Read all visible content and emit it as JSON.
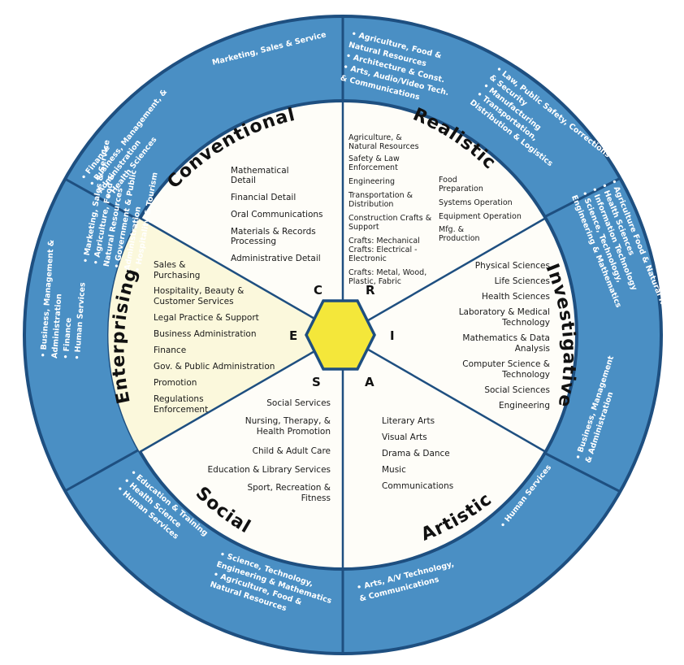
{
  "colors": {
    "ring": "#4a8fc4",
    "ring_border": "#1e4f80",
    "inner": "#fefdf8",
    "enterprising_fill": "#fbf8dc",
    "hexagon": "#f4e73a"
  },
  "riasec": {
    "realistic": {
      "title": "Realistic",
      "letter": "R",
      "skills_left": [
        "Agriculture, &",
        "Natural Resources",
        "Safety & Law",
        "Enforcement",
        "Engineering",
        "Transportation &",
        "Distribution",
        "Construction Crafts &",
        "Support",
        "Crafts: Mechanical",
        "Crafts: Electrical -",
        "Electronic",
        "Crafts: Metal, Wood,",
        "Plastic, Fabric"
      ],
      "skills_right": [
        "Food",
        "Preparation",
        "Systems Operation",
        "Equipment Operation",
        "Mfg. &",
        "Production"
      ]
    },
    "investigative": {
      "title": "Investigative",
      "letter": "I",
      "skills": [
        "Physical Sciences",
        "Life Sciences",
        "Health Sciences",
        "Laboratory & Medical",
        "Technology",
        "Mathematics & Data",
        "Analysis",
        "Computer Science &",
        "Technology",
        "Social Sciences",
        "Engineering"
      ]
    },
    "artistic": {
      "title": "Artistic",
      "letter": "A",
      "skills": [
        "Literary Arts",
        "Visual Arts",
        "Drama & Dance",
        "Music",
        "Communications"
      ]
    },
    "social": {
      "title": "Social",
      "letter": "S",
      "skills": [
        "Social Services",
        "Nursing, Therapy, &",
        "Health Promotion",
        "Child & Adult Care",
        "Education & Library Services",
        "Sport, Recreation &",
        "Fitness"
      ]
    },
    "enterprising": {
      "title": "Enterprising",
      "letter": "E",
      "skills": [
        "Sales &",
        "Purchasing",
        "Hospitality, Beauty &",
        "Customer Services",
        "Legal Practice & Support",
        "Business Administration",
        "Finance",
        "Gov. & Public Administration",
        "Promotion",
        "Regulations",
        "Enforcement"
      ]
    },
    "conventional": {
      "title": "Conventional",
      "letter": "C",
      "skills": [
        "Mathematical",
        "Detail",
        "Financial Detail",
        "Oral Communications",
        "Materials & Records",
        "Processing",
        "Administrative Detail"
      ]
    }
  },
  "clusters": {
    "top_left": [
      "Marketing, Sales & Service"
    ],
    "upper_left": [
      "• Finance",
      "• Business, Management, &",
      "Administration",
      "• Health Sciences"
    ],
    "top_right_a": [
      "• Agriculture, Food &",
      "Natural Resources",
      "• Architecture & Const.",
      "• Arts, Audio/Video Tech.",
      "& Communications"
    ],
    "top_right_b": [
      "• Law, Public Safety, Corrections",
      "& Security",
      "• Manufacturing",
      "• Transportation,",
      "Distribution & Logistics"
    ],
    "right_a": [
      "• Agriculture Food & Natural Resources",
      "• Health Sciences",
      "• Information Technology",
      "• Science, Technology,",
      "Engineering & Mathematics"
    ],
    "right_b": [
      "• Business, Management",
      "& Administration"
    ],
    "left_a": [
      "• Business, Management &",
      "Administration",
      "• Finance",
      "• Human Services"
    ],
    "left_b": [
      "• Marketing, Sales & Service",
      "• Agriculture, Food &",
      "Natural Resources",
      "• Government & Public",
      "Administration",
      "• Hospitality & Tourism"
    ],
    "lower_right": [
      "• Human Services"
    ],
    "bottom_right": [
      "• Arts, A/V Technology,",
      "& Communications"
    ],
    "bottom_left_a": [
      "• Education & Training",
      "• Health Science",
      "• Human Services"
    ],
    "bottom_left_b": [
      "• Science, Technology,",
      "Engineering & Mathematics",
      "• Agriculture, Food &",
      "Natural Resources"
    ]
  }
}
